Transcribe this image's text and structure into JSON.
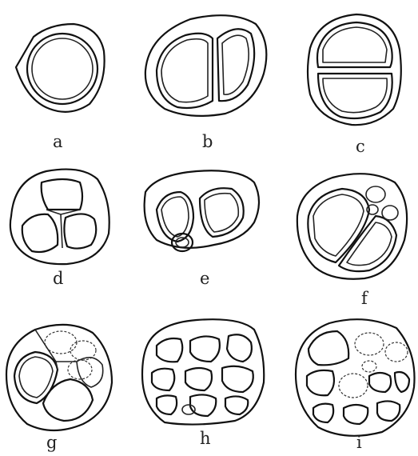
{
  "figure": {
    "panels": [
      {
        "id": "a",
        "caption": "a"
      },
      {
        "id": "b",
        "caption": "b"
      },
      {
        "id": "c",
        "caption": "c"
      },
      {
        "id": "d",
        "caption": "d"
      },
      {
        "id": "e",
        "caption": "e"
      },
      {
        "id": "f",
        "caption": "f"
      },
      {
        "id": "g",
        "caption": "g"
      },
      {
        "id": "h",
        "caption": "h"
      },
      {
        "id": "i",
        "caption": "i"
      }
    ]
  },
  "colors": {
    "ink": "#111111",
    "background": "#ffffff"
  }
}
